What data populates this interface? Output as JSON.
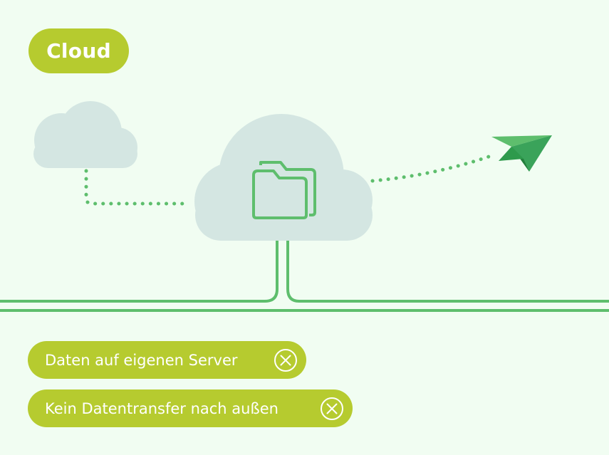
{
  "title": "Cloud",
  "items": [
    {
      "label": "Daten auf eigenen Server",
      "icon": "circle-x-icon"
    },
    {
      "label": "Kein Datentransfer nach außen",
      "icon": "circle-x-icon"
    }
  ],
  "icons": {
    "small_cloud": "cloud-icon",
    "main_cloud": "cloud-icon",
    "folders": "folder-icon",
    "send": "paper-plane-icon"
  },
  "colors": {
    "background": "#f1fdf2",
    "pill": "#b6cb2f",
    "pill_text": "#ffffff",
    "cloud": "#d4e6e2",
    "line": "#5ebe6d",
    "plane": "#2e9a4c"
  }
}
